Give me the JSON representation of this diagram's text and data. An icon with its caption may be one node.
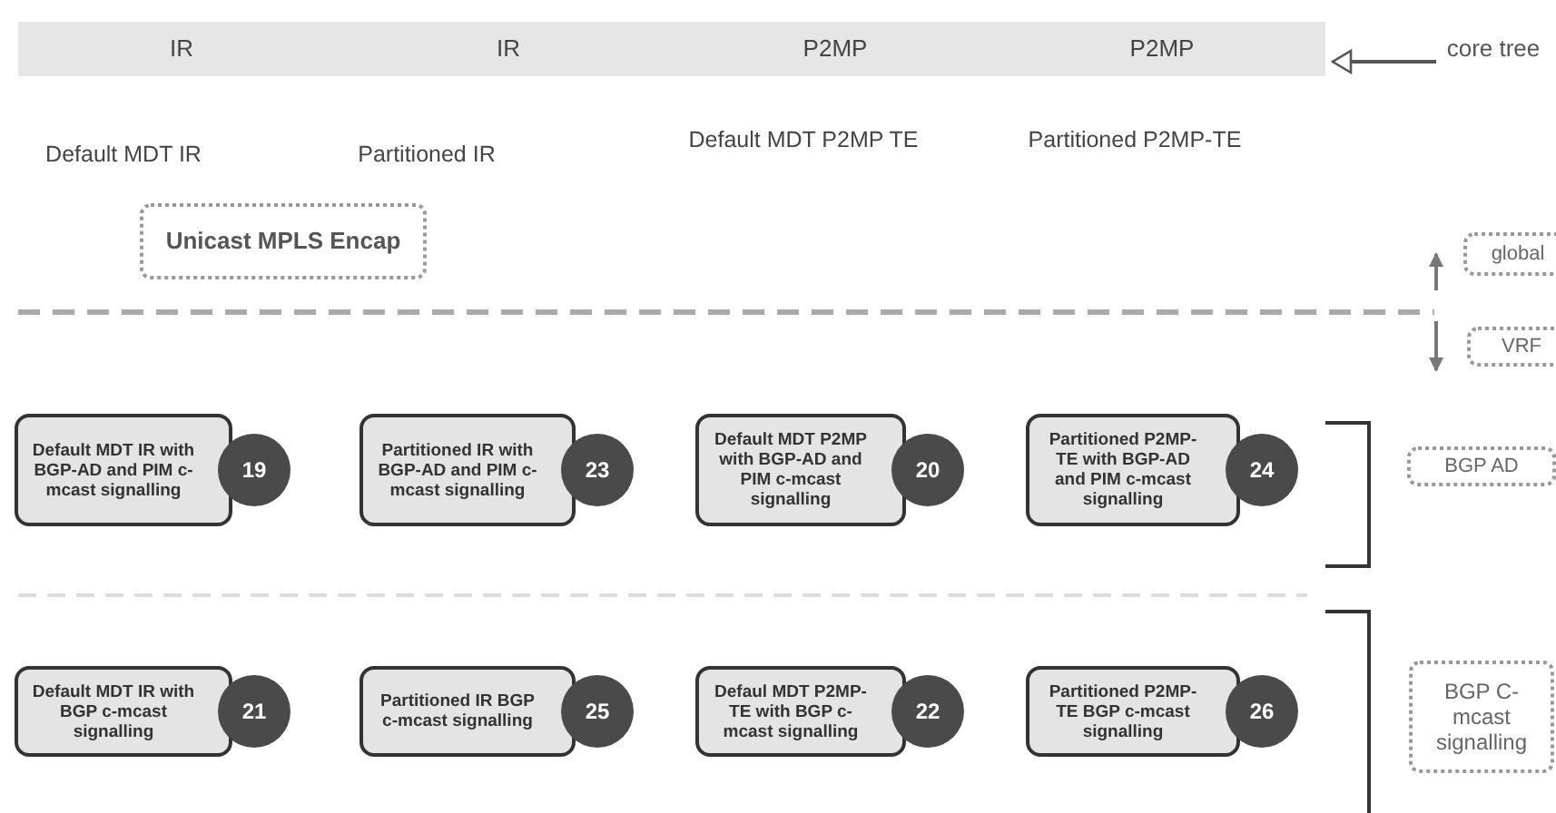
{
  "diagram": {
    "nodes": [
      {
        "text": [
          "IR",
          "IR",
          "P2MP",
          "P2MP"
        ]
      },
      {
        "text": [
          "core tree"
        ]
      },
      {
        "text": [
          "Unicast MPLS Encap"
        ]
      },
      {
        "text": [
          "global"
        ]
      },
      {
        "text": [
          "VRF"
        ]
      },
      {
        "text": [
          "Default MDT IR with BGP-AD and PIM c-mcast signalling"
        ],
        "beside": [
          "19"
        ]
      },
      {
        "text": [
          "Partitioned IR with BGP-AD and PIM c-mcast signalling"
        ],
        "beside": [
          "23"
        ]
      },
      {
        "text": [
          "Default MDT P2MP with BGP-AD and PIM c-mcast signalling"
        ],
        "beside": [
          "20"
        ]
      },
      {
        "text": [
          "Partitioned P2MP- TE with BGP-AD and PIM c-mcast signalling"
        ],
        "beside": [
          "24"
        ]
      },
      {
        "text": [
          "BGP AD"
        ]
      },
      {
        "text": [
          "Default MDT IR with BGP c-mcast signalling"
        ],
        "beside": [
          "21"
        ]
      },
      {
        "text": [
          "Partitioned IR BGP c-mcast signalling"
        ],
        "beside": [
          "25"
        ]
      },
      {
        "text": [
          "Defaul MDT P2MP- TE with BGP c- mcast signalling"
        ],
        "beside": [
          "22"
        ]
      },
      {
        "text": [
          "Partitioned P2MP- TE BGP c-mcast signalling"
        ],
        "beside": [
          "26"
        ]
      },
      {
        "text": [
          "BGP C- mcast signalling"
        ]
      }
    ],
    "edges": [
      {
        "from": 1,
        "to": 0,
        "arrow": "to"
      }
    ],
    "labels": [
      "Default MDT IR",
      "Partitioned IR",
      "Default MDT P2MP TE",
      "Partitioned P2MP-TE"
    ]
  }
}
